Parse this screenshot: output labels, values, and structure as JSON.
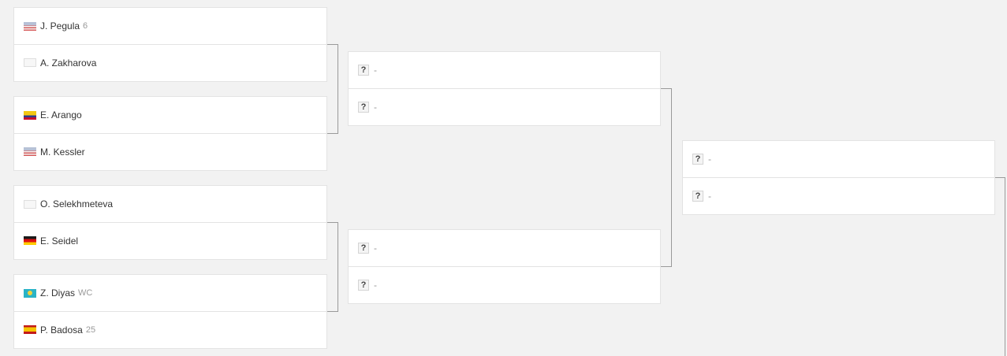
{
  "round1": [
    {
      "players": [
        {
          "flag": "usa",
          "name": "J. Pegula",
          "seed": "6"
        },
        {
          "flag": "none",
          "name": "A. Zakharova",
          "seed": ""
        }
      ]
    },
    {
      "players": [
        {
          "flag": "col",
          "name": "E. Arango",
          "seed": ""
        },
        {
          "flag": "usa",
          "name": "M. Kessler",
          "seed": ""
        }
      ]
    },
    {
      "players": [
        {
          "flag": "none",
          "name": "O. Selekhmeteva",
          "seed": ""
        },
        {
          "flag": "ger",
          "name": "E. Seidel",
          "seed": ""
        }
      ]
    },
    {
      "players": [
        {
          "flag": "kaz",
          "name": "Z. Diyas",
          "seed": "WC"
        },
        {
          "flag": "esp",
          "name": "P. Badosa",
          "seed": "25"
        }
      ]
    }
  ],
  "round2": [
    {
      "slots": [
        {
          "icon": "?",
          "text": "-"
        },
        {
          "icon": "?",
          "text": "-"
        }
      ]
    },
    {
      "slots": [
        {
          "icon": "?",
          "text": "-"
        },
        {
          "icon": "?",
          "text": "-"
        }
      ]
    }
  ],
  "round3": [
    {
      "slots": [
        {
          "icon": "?",
          "text": "-"
        },
        {
          "icon": "?",
          "text": "-"
        }
      ]
    }
  ]
}
